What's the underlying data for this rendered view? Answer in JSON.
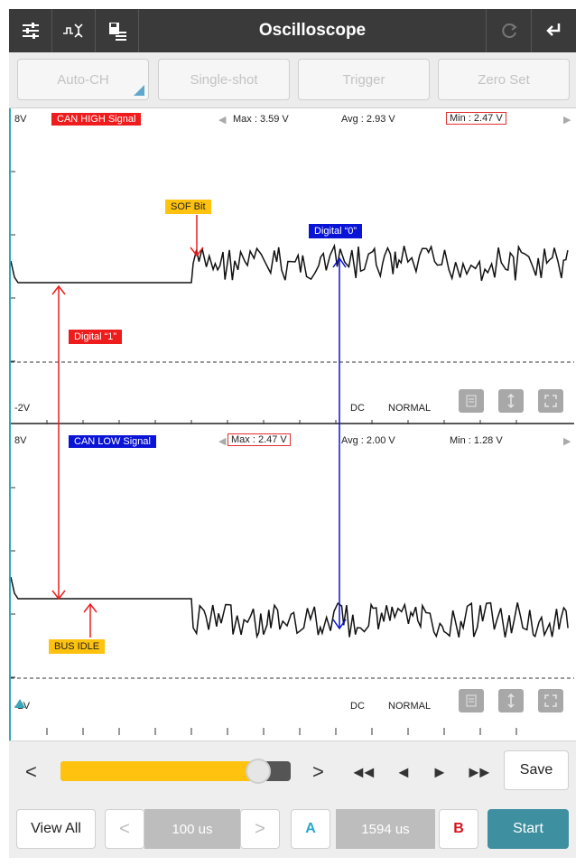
{
  "header": {
    "title": "Oscilloscope",
    "left_icons": [
      "settings-sliders-icon",
      "pulse-measure-icon",
      "save-list-icon"
    ],
    "right_icons": [
      "refresh-icon",
      "back-return-icon"
    ]
  },
  "mode_buttons": {
    "auto_ch": "Auto-CH",
    "single_shot": "Single-shot",
    "trigger": "Trigger",
    "zero_set": "Zero Set"
  },
  "ch1": {
    "v_top": "8V",
    "v_bottom": "-2V",
    "signal_label": "CAN HIGH Signal",
    "max": "Max : 3.59 V",
    "avg": "Avg : 2.93 V",
    "min": "Min : 2.47 V",
    "coupling": "DC",
    "mode": "NORMAL"
  },
  "ch2": {
    "v_top": "8V",
    "v_bottom": "-2V",
    "signal_label": "CAN LOW Signal",
    "max": "Max : 2.47 V",
    "avg": "Avg : 2.00 V",
    "min": "Min : 1.28 V",
    "coupling": "DC",
    "mode": "NORMAL"
  },
  "annotations": {
    "sof_bit": "SOF Bit",
    "digital_zero": "Digital “0”",
    "digital_one": "Digital “1”",
    "bus_idle": "BUS IDLE"
  },
  "colors": {
    "red": "#ee1c1c",
    "blue": "#0a14d6",
    "yellow": "#ffc20e",
    "teal": "#3e8fa0",
    "cursor_b": "#d9121c",
    "cursor_a": "#29a8c8"
  },
  "navigation": {
    "prev": "<",
    "next": ">",
    "fast_back": "◄◄",
    "step_back": "◄",
    "step_fwd": "►",
    "fast_fwd": "►►",
    "slider_position": 0.86,
    "save": "Save"
  },
  "footer": {
    "view_all": "View All",
    "timebase": "100 us",
    "cursor_a_label": "A",
    "cursor_delta": "1594 us",
    "cursor_b_label": "B",
    "start": "Start"
  }
}
